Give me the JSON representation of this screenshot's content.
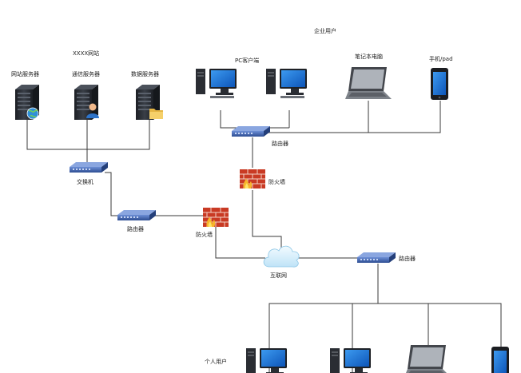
{
  "diagram": {
    "enterprise_label": "企业用户",
    "website_label": "XXXX网站",
    "server_web": "网站服务器",
    "server_comm": "通信服务器",
    "server_data": "数据服务器",
    "pc_client": "PC客户端",
    "laptop_label": "笔记本电脑",
    "phone_label": "手机/pad",
    "router_label": "路由器",
    "switch_label": "交换机",
    "firewall_label": "防火墙",
    "internet_label": "互联网",
    "personal_label": "个人用户"
  },
  "colors": {
    "line": "#3a3a3a",
    "router_blue": "#3b5fa8",
    "monitor_blue": "#1e6fd0",
    "brick": "#d8452c",
    "server_dark": "#2b2f36",
    "cloud": "#d6eefb"
  },
  "icons": [
    "server-icon",
    "globe-icon",
    "user-icon",
    "folder-icon",
    "router-icon",
    "switch-icon",
    "firewall-icon",
    "cloud-icon",
    "desktop-pc-icon",
    "laptop-icon",
    "phone-icon"
  ]
}
